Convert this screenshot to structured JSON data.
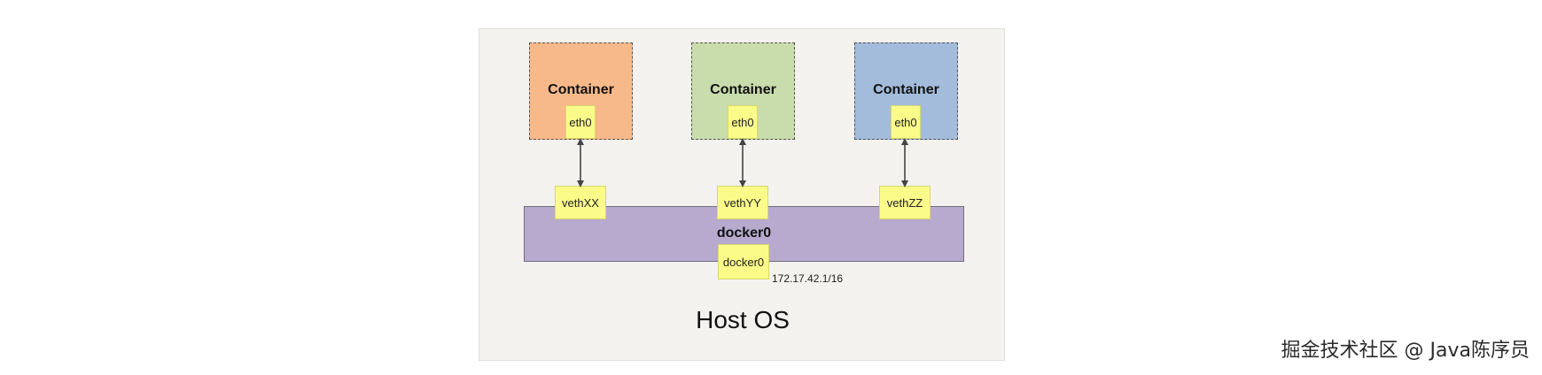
{
  "diagram": {
    "containers": [
      {
        "title": "Container",
        "iface": "eth0",
        "color": "#f8b98a",
        "veth": "vethXX"
      },
      {
        "title": "Container",
        "iface": "eth0",
        "color": "#c9dcac",
        "veth": "vethYY"
      },
      {
        "title": "Container",
        "iface": "eth0",
        "color": "#a3bcdc",
        "veth": "vethZZ"
      }
    ],
    "bridge": {
      "title": "docker0",
      "iface": "docker0",
      "ip": "172.17.42.1/16",
      "color": "#b8aacf"
    },
    "host_label": "Host OS"
  },
  "watermark": "掘金技术社区 @ Java陈序员"
}
